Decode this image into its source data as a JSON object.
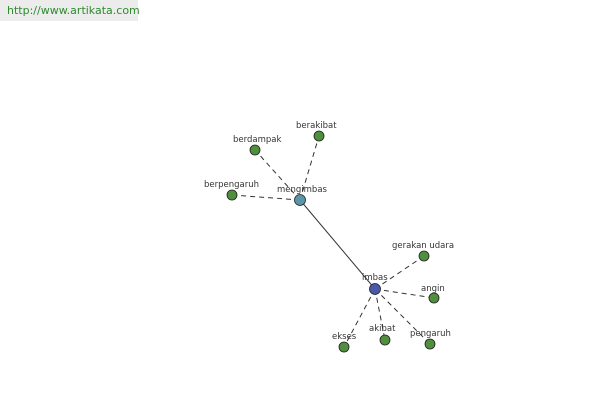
{
  "source_url": "http://www.artikata.com",
  "colors": {
    "edge": "#333333",
    "leaf_node": "#4f8f3e",
    "hub_node": "#5b96a8",
    "center_node": "#4a5aa8",
    "node_stroke": "#1f1f1f"
  },
  "graph": {
    "nodes": [
      {
        "id": "imbas",
        "label": "imbas",
        "kind": "center"
      },
      {
        "id": "mengimbas",
        "label": "mengimbas",
        "kind": "hub"
      },
      {
        "id": "berakibat",
        "label": "berakibat",
        "kind": "leaf"
      },
      {
        "id": "berdampak",
        "label": "berdampak",
        "kind": "leaf"
      },
      {
        "id": "berpengaruh",
        "label": "berpengaruh",
        "kind": "leaf"
      },
      {
        "id": "gerakan_udara",
        "label": "gerakan udara",
        "kind": "leaf"
      },
      {
        "id": "angin",
        "label": "angin",
        "kind": "leaf"
      },
      {
        "id": "pengaruh",
        "label": "pengaruh",
        "kind": "leaf"
      },
      {
        "id": "akibat",
        "label": "akibat",
        "kind": "leaf"
      },
      {
        "id": "ekses",
        "label": "ekses",
        "kind": "leaf"
      }
    ],
    "edges": [
      {
        "from": "imbas",
        "to": "mengimbas",
        "style": "solid"
      },
      {
        "from": "mengimbas",
        "to": "berakibat",
        "style": "dashed"
      },
      {
        "from": "mengimbas",
        "to": "berdampak",
        "style": "dashed"
      },
      {
        "from": "mengimbas",
        "to": "berpengaruh",
        "style": "dashed"
      },
      {
        "from": "imbas",
        "to": "gerakan_udara",
        "style": "dashed"
      },
      {
        "from": "imbas",
        "to": "angin",
        "style": "dashed"
      },
      {
        "from": "imbas",
        "to": "pengaruh",
        "style": "dashed"
      },
      {
        "from": "imbas",
        "to": "akibat",
        "style": "dashed"
      },
      {
        "from": "imbas",
        "to": "ekses",
        "style": "dashed"
      }
    ]
  }
}
